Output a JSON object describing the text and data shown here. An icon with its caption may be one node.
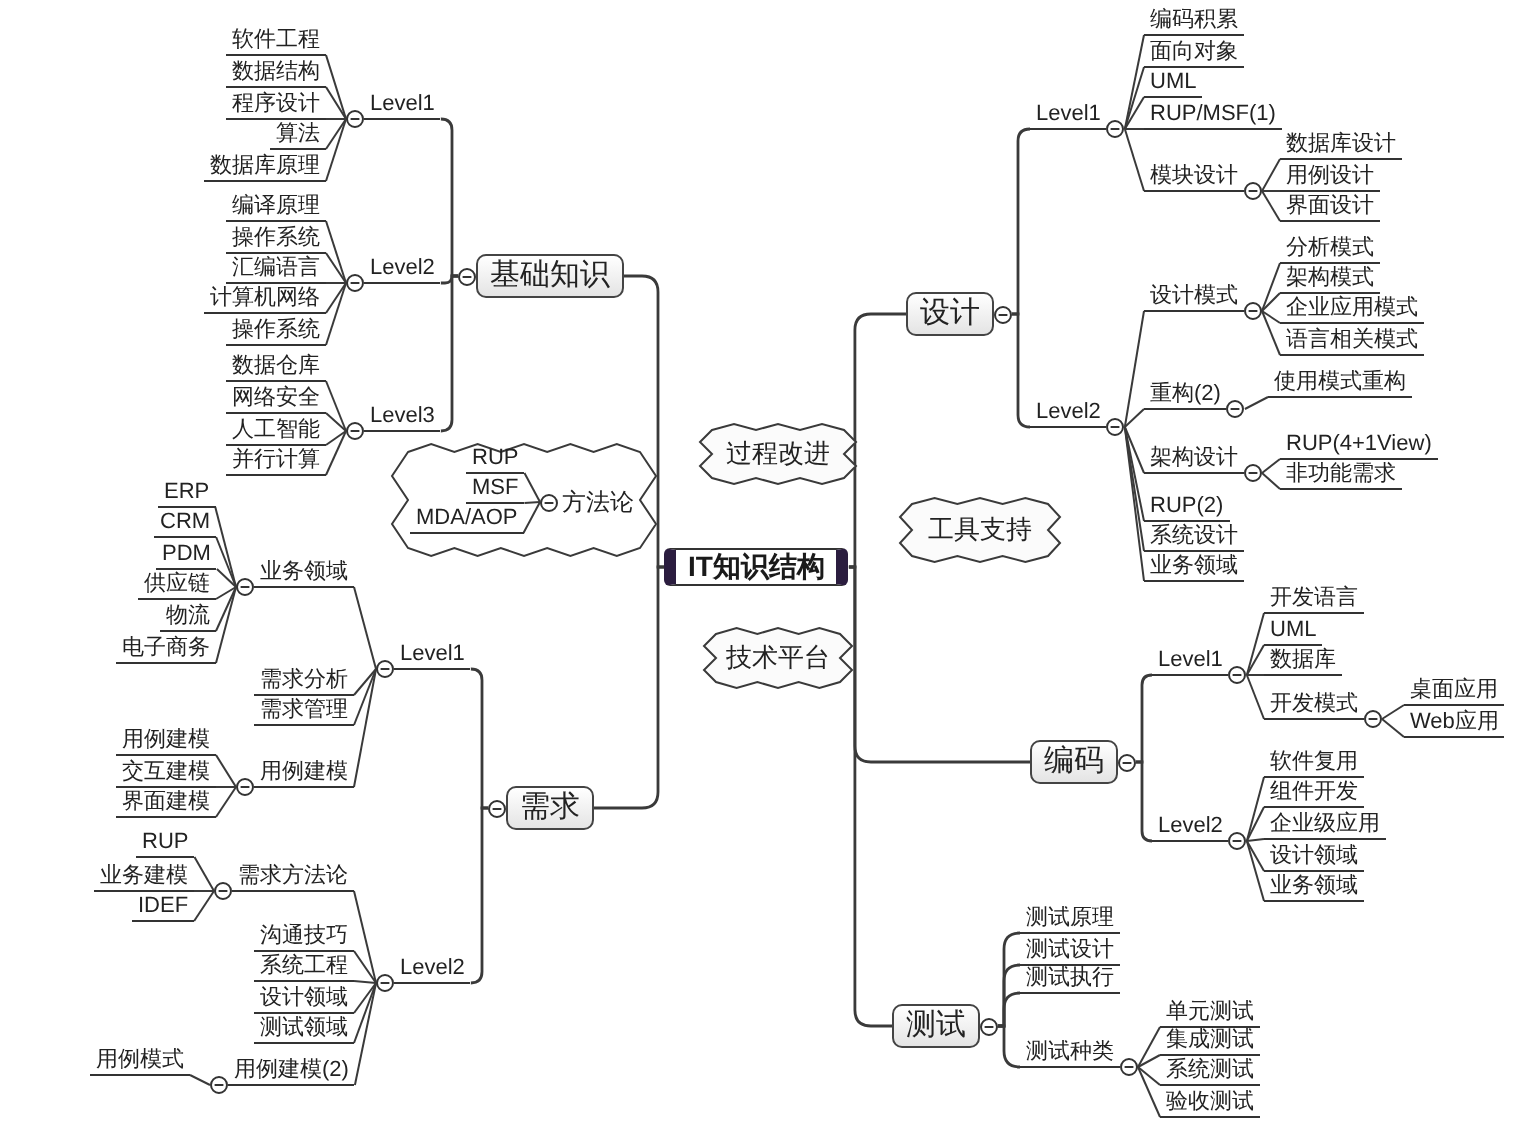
{
  "diagram": {
    "nodes": [
      {
        "text": [
          "IT知识结构"
        ]
      },
      {
        "text": [
          "基础知识"
        ]
      },
      {
        "text": [
          "Level1"
        ]
      },
      {
        "text": [
          "软件工程"
        ]
      },
      {
        "text": [
          "数据结构"
        ]
      },
      {
        "text": [
          "程序设计"
        ]
      },
      {
        "text": [
          "算法"
        ]
      },
      {
        "text": [
          "数据库原理"
        ]
      },
      {
        "text": [
          "Level2"
        ]
      },
      {
        "text": [
          "编译原理"
        ]
      },
      {
        "text": [
          "操作系统"
        ]
      },
      {
        "text": [
          "汇编语言"
        ]
      },
      {
        "text": [
          "计算机网络"
        ]
      },
      {
        "text": [
          "操作系统"
        ]
      },
      {
        "text": [
          "Level3"
        ]
      },
      {
        "text": [
          "数据仓库"
        ]
      },
      {
        "text": [
          "网络安全"
        ]
      },
      {
        "text": [
          "人工智能"
        ]
      },
      {
        "text": [
          "并行计算"
        ]
      },
      {
        "text": [],
        "shape": "cloud"
      },
      {
        "text": [
          "方法论"
        ],
        "in": 19
      },
      {
        "text": [
          "RUP"
        ],
        "in": 19
      },
      {
        "text": [
          "MSF"
        ],
        "in": 19
      },
      {
        "text": [
          "MDA/AOP"
        ],
        "in": 19
      },
      {
        "text": [
          "需求"
        ]
      },
      {
        "text": [
          "Level1"
        ]
      },
      {
        "text": [
          "业务领域"
        ]
      },
      {
        "text": [
          "ERP"
        ]
      },
      {
        "text": [
          "CRM"
        ]
      },
      {
        "text": [
          "PDM"
        ]
      },
      {
        "text": [
          "供应链"
        ]
      },
      {
        "text": [
          "物流"
        ]
      },
      {
        "text": [
          "电子商务"
        ]
      },
      {
        "text": [
          "需求分析"
        ]
      },
      {
        "text": [
          "需求管理"
        ]
      },
      {
        "text": [
          "用例建模"
        ]
      },
      {
        "text": [
          "用例建模"
        ]
      },
      {
        "text": [
          "交互建模"
        ]
      },
      {
        "text": [
          "界面建模"
        ]
      },
      {
        "text": [
          "Level2"
        ]
      },
      {
        "text": [
          "需求方法论"
        ]
      },
      {
        "text": [
          "RUP"
        ]
      },
      {
        "text": [
          "业务建模"
        ]
      },
      {
        "text": [
          "IDEF"
        ]
      },
      {
        "text": [
          "沟通技巧"
        ]
      },
      {
        "text": [
          "系统工程"
        ]
      },
      {
        "text": [
          "设计领域"
        ]
      },
      {
        "text": [
          "测试领域"
        ]
      },
      {
        "text": [
          "用例建模(2)"
        ]
      },
      {
        "text": [
          "用例模式"
        ]
      },
      {
        "text": [
          "过程改进"
        ]
      },
      {
        "text": [
          "工具支持"
        ]
      },
      {
        "text": [
          "技术平台"
        ]
      },
      {
        "text": [
          "设计"
        ]
      },
      {
        "text": [
          "Level1"
        ]
      },
      {
        "text": [
          "编码积累"
        ]
      },
      {
        "text": [
          "面向对象"
        ]
      },
      {
        "text": [
          "UML"
        ]
      },
      {
        "text": [
          "RUP/MSF(1)"
        ]
      },
      {
        "text": [
          "模块设计"
        ]
      },
      {
        "text": [
          "数据库设计"
        ]
      },
      {
        "text": [
          "用例设计"
        ]
      },
      {
        "text": [
          "界面设计"
        ]
      },
      {
        "text": [
          "Level2"
        ]
      },
      {
        "text": [
          "设计模式"
        ]
      },
      {
        "text": [
          "分析模式"
        ]
      },
      {
        "text": [
          "架构模式"
        ]
      },
      {
        "text": [
          "企业应用模式"
        ]
      },
      {
        "text": [
          "语言相关模式"
        ]
      },
      {
        "text": [
          "重构(2)"
        ]
      },
      {
        "text": [
          "使用模式重构"
        ]
      },
      {
        "text": [
          "架构设计"
        ]
      },
      {
        "text": [
          "RUP(4+1View)"
        ]
      },
      {
        "text": [
          "非功能需求"
        ]
      },
      {
        "text": [
          "RUP(2)"
        ]
      },
      {
        "text": [
          "系统设计"
        ]
      },
      {
        "text": [
          "业务领域"
        ]
      },
      {
        "text": [
          "编码"
        ]
      },
      {
        "text": [
          "Level1"
        ]
      },
      {
        "text": [
          "开发语言"
        ]
      },
      {
        "text": [
          "UML"
        ]
      },
      {
        "text": [
          "数据库"
        ]
      },
      {
        "text": [
          "开发模式"
        ]
      },
      {
        "text": [
          "桌面应用"
        ]
      },
      {
        "text": [
          "Web应用"
        ]
      },
      {
        "text": [
          "Level2"
        ]
      },
      {
        "text": [
          "软件复用"
        ]
      },
      {
        "text": [
          "组件开发"
        ]
      },
      {
        "text": [
          "企业级应用"
        ]
      },
      {
        "text": [
          "设计领域"
        ]
      },
      {
        "text": [
          "业务领域"
        ]
      },
      {
        "text": [
          "测试"
        ]
      },
      {
        "text": [
          "测试原理"
        ]
      },
      {
        "text": [
          "测试设计"
        ]
      },
      {
        "text": [
          "测试执行"
        ]
      },
      {
        "text": [
          "测试种类"
        ]
      },
      {
        "text": [
          "单元测试"
        ]
      },
      {
        "text": [
          "集成测试"
        ]
      },
      {
        "text": [
          "系统测试"
        ]
      },
      {
        "text": [
          "验收测试"
        ]
      }
    ],
    "edges": [
      {
        "from": 0,
        "to": 1,
        "arrow": "none"
      },
      {
        "from": 1,
        "to": 2,
        "arrow": "none"
      },
      {
        "from": 2,
        "to": 3,
        "arrow": "none"
      },
      {
        "from": 2,
        "to": 4,
        "arrow": "none"
      },
      {
        "from": 2,
        "to": 5,
        "arrow": "none"
      },
      {
        "from": 2,
        "to": 6,
        "arrow": "none"
      },
      {
        "from": 2,
        "to": 7,
        "arrow": "none"
      },
      {
        "from": 1,
        "to": 8,
        "arrow": "none"
      },
      {
        "from": 8,
        "to": 9,
        "arrow": "none"
      },
      {
        "from": 8,
        "to": 10,
        "arrow": "none"
      },
      {
        "from": 8,
        "to": 11,
        "arrow": "none"
      },
      {
        "from": 8,
        "to": 12,
        "arrow": "none"
      },
      {
        "from": 8,
        "to": 13,
        "arrow": "none"
      },
      {
        "from": 1,
        "to": 14,
        "arrow": "none"
      },
      {
        "from": 14,
        "to": 15,
        "arrow": "none"
      },
      {
        "from": 14,
        "to": 16,
        "arrow": "none"
      },
      {
        "from": 14,
        "to": 17,
        "arrow": "none"
      },
      {
        "from": 14,
        "to": 18,
        "arrow": "none"
      },
      {
        "from": 20,
        "to": 21,
        "arrow": "none"
      },
      {
        "from": 20,
        "to": 22,
        "arrow": "none"
      },
      {
        "from": 20,
        "to": 23,
        "arrow": "none"
      },
      {
        "from": 0,
        "to": 24,
        "arrow": "none"
      },
      {
        "from": 24,
        "to": 25,
        "arrow": "none"
      },
      {
        "from": 25,
        "to": 26,
        "arrow": "none"
      },
      {
        "from": 26,
        "to": 27,
        "arrow": "none"
      },
      {
        "from": 26,
        "to": 28,
        "arrow": "none"
      },
      {
        "from": 26,
        "to": 29,
        "arrow": "none"
      },
      {
        "from": 26,
        "to": 30,
        "arrow": "none"
      },
      {
        "from": 26,
        "to": 31,
        "arrow": "none"
      },
      {
        "from": 26,
        "to": 32,
        "arrow": "none"
      },
      {
        "from": 25,
        "to": 33,
        "arrow": "none"
      },
      {
        "from": 25,
        "to": 34,
        "arrow": "none"
      },
      {
        "from": 25,
        "to": 35,
        "arrow": "none"
      },
      {
        "from": 35,
        "to": 36,
        "arrow": "none"
      },
      {
        "from": 35,
        "to": 37,
        "arrow": "none"
      },
      {
        "from": 35,
        "to": 38,
        "arrow": "none"
      },
      {
        "from": 24,
        "to": 39,
        "arrow": "none"
      },
      {
        "from": 39,
        "to": 40,
        "arrow": "none"
      },
      {
        "from": 40,
        "to": 41,
        "arrow": "none"
      },
      {
        "from": 40,
        "to": 42,
        "arrow": "none"
      },
      {
        "from": 40,
        "to": 43,
        "arrow": "none"
      },
      {
        "from": 39,
        "to": 44,
        "arrow": "none"
      },
      {
        "from": 39,
        "to": 45,
        "arrow": "none"
      },
      {
        "from": 39,
        "to": 46,
        "arrow": "none"
      },
      {
        "from": 39,
        "to": 47,
        "arrow": "none"
      },
      {
        "from": 39,
        "to": 48,
        "arrow": "none"
      },
      {
        "from": 48,
        "to": 49,
        "arrow": "none"
      },
      {
        "from": 0,
        "to": 53,
        "arrow": "none"
      },
      {
        "from": 53,
        "to": 54,
        "arrow": "none"
      },
      {
        "from": 54,
        "to": 55,
        "arrow": "none"
      },
      {
        "from": 54,
        "to": 56,
        "arrow": "none"
      },
      {
        "from": 54,
        "to": 57,
        "arrow": "none"
      },
      {
        "from": 54,
        "to": 58,
        "arrow": "none"
      },
      {
        "from": 54,
        "to": 59,
        "arrow": "none"
      },
      {
        "from": 59,
        "to": 60,
        "arrow": "none"
      },
      {
        "from": 59,
        "to": 61,
        "arrow": "none"
      },
      {
        "from": 59,
        "to": 62,
        "arrow": "none"
      },
      {
        "from": 53,
        "to": 63,
        "arrow": "none"
      },
      {
        "from": 63,
        "to": 64,
        "arrow": "none"
      },
      {
        "from": 64,
        "to": 65,
        "arrow": "none"
      },
      {
        "from": 64,
        "to": 66,
        "arrow": "none"
      },
      {
        "from": 64,
        "to": 67,
        "arrow": "none"
      },
      {
        "from": 64,
        "to": 68,
        "arrow": "none"
      },
      {
        "from": 63,
        "to": 69,
        "arrow": "none"
      },
      {
        "from": 69,
        "to": 70,
        "arrow": "none"
      },
      {
        "from": 63,
        "to": 71,
        "arrow": "none"
      },
      {
        "from": 71,
        "to": 72,
        "arrow": "none"
      },
      {
        "from": 71,
        "to": 73,
        "arrow": "none"
      },
      {
        "from": 63,
        "to": 74,
        "arrow": "none"
      },
      {
        "from": 63,
        "to": 75,
        "arrow": "none"
      },
      {
        "from": 63,
        "to": 76,
        "arrow": "none"
      },
      {
        "from": 0,
        "to": 77,
        "arrow": "none"
      },
      {
        "from": 77,
        "to": 78,
        "arrow": "none"
      },
      {
        "from": 78,
        "to": 79,
        "arrow": "none"
      },
      {
        "from": 78,
        "to": 80,
        "arrow": "none"
      },
      {
        "from": 78,
        "to": 81,
        "arrow": "none"
      },
      {
        "from": 78,
        "to": 82,
        "arrow": "none"
      },
      {
        "from": 82,
        "to": 83,
        "arrow": "none"
      },
      {
        "from": 82,
        "to": 84,
        "arrow": "none"
      },
      {
        "from": 77,
        "to": 85,
        "arrow": "none"
      },
      {
        "from": 85,
        "to": 86,
        "arrow": "none"
      },
      {
        "from": 85,
        "to": 87,
        "arrow": "none"
      },
      {
        "from": 85,
        "to": 88,
        "arrow": "none"
      },
      {
        "from": 85,
        "to": 89,
        "arrow": "none"
      },
      {
        "from": 85,
        "to": 90,
        "arrow": "none"
      },
      {
        "from": 0,
        "to": 91,
        "arrow": "none"
      },
      {
        "from": 91,
        "to": 92,
        "arrow": "none"
      },
      {
        "from": 91,
        "to": 93,
        "arrow": "none"
      },
      {
        "from": 91,
        "to": 94,
        "arrow": "none"
      },
      {
        "from": 91,
        "to": 95,
        "arrow": "none"
      },
      {
        "from": 95,
        "to": 96,
        "arrow": "none"
      },
      {
        "from": 95,
        "to": 97,
        "arrow": "none"
      },
      {
        "from": 95,
        "to": 98,
        "arrow": "none"
      },
      {
        "from": 95,
        "to": 99,
        "arrow": "none"
      }
    ]
  }
}
